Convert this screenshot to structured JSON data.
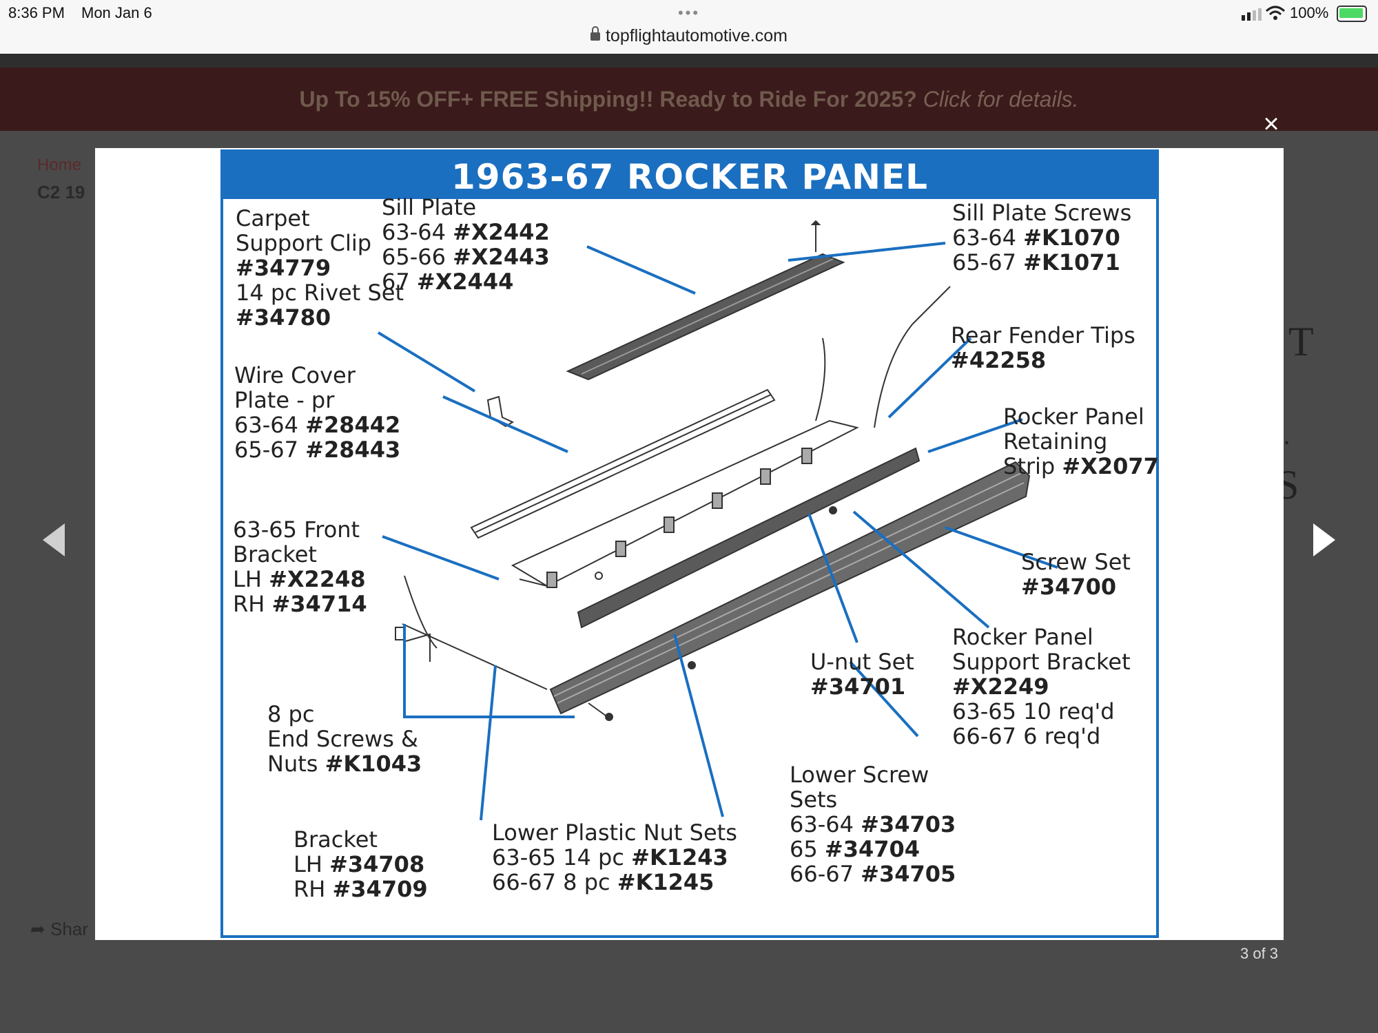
{
  "status_bar": {
    "time": "8:36 PM",
    "date": "Mon Jan 6",
    "battery": "100%",
    "url": "topflightautomotive.com"
  },
  "promo": {
    "text": "Up To 15% OFF+ FREE Shipping!! Ready to Ride For 2025?",
    "details": "Click for details."
  },
  "background": {
    "breadcrumb_home": "Home",
    "product_title_partial": "C2 19",
    "share_partial": "Shar",
    "right_letter_1": "T",
    "right_letter_2": "S",
    "right_dot": "."
  },
  "lightbox": {
    "close_label": "×",
    "counter": "3 of 3"
  },
  "diagram": {
    "title": "1963-67 ROCKER PANEL",
    "labels": {
      "carpet_clip": [
        "Carpet",
        "Support Clip",
        "#34779",
        "14 pc Rivet Set",
        "#34780"
      ],
      "sill_plate": [
        "Sill Plate",
        "63-64 ",
        "#X2442",
        "65-66 ",
        "#X2443",
        "67 ",
        "#X2444"
      ],
      "sill_screws": [
        "Sill Plate Screws",
        "63-64 ",
        "#K1070",
        "65-67 ",
        "#K1071"
      ],
      "fender_tips": [
        "Rear Fender Tips",
        "#42258"
      ],
      "retaining_strip": [
        "Rocker Panel",
        "Retaining",
        "Strip ",
        "#X2077"
      ],
      "wire_cover": [
        "Wire Cover",
        "Plate - pr",
        "63-64 ",
        "#28442",
        "65-67 ",
        "#28443"
      ],
      "front_bracket": [
        "63-65 Front",
        "Bracket",
        "LH ",
        "#X2248",
        "RH ",
        "#34714"
      ],
      "screw_set": [
        "Screw Set",
        "#34700"
      ],
      "unut_set": [
        "U-nut Set",
        "#34701"
      ],
      "support_bracket": [
        "Rocker Panel",
        "Support Bracket",
        "#X2249",
        "63-65 10 req'd",
        "66-67 6 req'd"
      ],
      "end_screws": [
        "8 pc",
        "End Screws &",
        "Nuts ",
        "#K1043"
      ],
      "lower_screw": [
        "Lower Screw",
        "Sets",
        "63-64 ",
        "#34703",
        "65 ",
        "#34704",
        "66-67 ",
        "#34705"
      ],
      "bracket": [
        "Bracket",
        "LH ",
        "#34708",
        "RH ",
        "#34709"
      ],
      "plastic_nut": [
        "Lower Plastic Nut Sets",
        "63-65 14 pc ",
        "#K1243",
        "66-67 8 pc ",
        "#K1245"
      ]
    }
  },
  "colors": {
    "accent": "#1a6fc0",
    "promo_bg": "#3a1a1a"
  }
}
